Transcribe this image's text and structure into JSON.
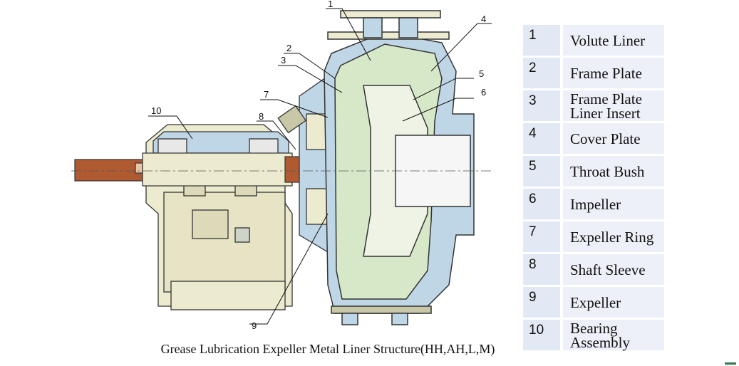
{
  "legend": [
    {
      "num": "1",
      "label": "Volute Liner"
    },
    {
      "num": "2",
      "label": "Frame Plate"
    },
    {
      "num": "3",
      "label": "Frame Plate Liner Insert"
    },
    {
      "num": "4",
      "label": "Cover Plate"
    },
    {
      "num": "5",
      "label": "Throat Bush"
    },
    {
      "num": "6",
      "label": "Impeller"
    },
    {
      "num": "7",
      "label": "Expeller Ring"
    },
    {
      "num": "8",
      "label": "Shaft Sleeve"
    },
    {
      "num": "9",
      "label": "Expeller"
    },
    {
      "num": "10",
      "label": "Bearing Assembly"
    }
  ],
  "caption": "Grease Lubrication Expeller Metal Liner Structure(HH,AH,L,M)",
  "colors": {
    "frame": "#ecebcf",
    "casing": "#bfd6e6",
    "liner": "#d7e8c8",
    "shaft": "#b05a32",
    "legend_num_bg": "#e3e8f5",
    "legend_label_bg": "#edf0f8"
  }
}
